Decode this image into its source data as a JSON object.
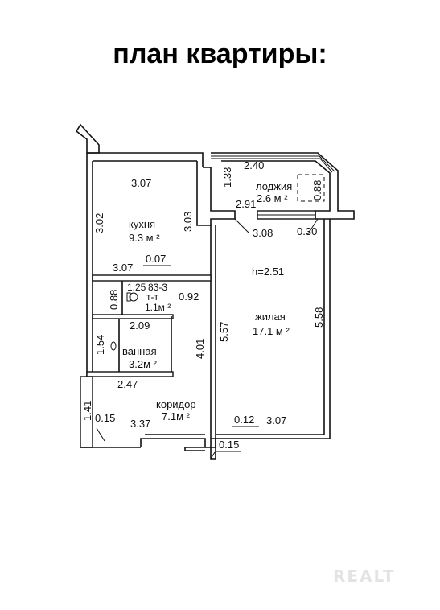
{
  "title": "план квартиры:",
  "watermark": "REALT",
  "labels": {
    "kitchen_name": "кухня",
    "kitchen_area": "9.3 м ²",
    "kitchen_width": "3.07",
    "kitchen_left_dim": "3.02",
    "kitchen_right_dim": "3.03",
    "kitchen_bottom_dim": "3.07",
    "kitchen_bottom_small": "0.07",
    "balcony_corner_1": "1.33",
    "balcony_corner_2": "2.91",
    "corner_308": "3.08",
    "loggia_top": "2.40",
    "loggia_name": "лоджия",
    "loggia_area": "2.6 м ²",
    "loggia_side": "0.88",
    "loggia_030": "0.30",
    "height": "h=2.51",
    "living_name": "жилая",
    "living_area": "17.1 м ²",
    "living_left": "5.57",
    "living_right": "5.58",
    "living_bottom": "3.07",
    "living_bottom_small": "0.12",
    "wc_top_1": "1.25",
    "wc_top_2": "83-3",
    "wc_name": "т-т",
    "wc_area": "1.1м ²",
    "wc_left": "0.88",
    "wc_right": "0.92",
    "bath_top": "2.09",
    "bath_left": "1.54",
    "bath_name": "ванная",
    "bath_area": "3.2м ²",
    "corridor_right": "4.01",
    "corridor_top": "2.47",
    "corridor_name": "коридор",
    "corridor_area": "7.1м ²",
    "corridor_left": "1.41",
    "corridor_small": "0.15",
    "corridor_bottom": "3.37",
    "entrance_small": "0.15"
  }
}
